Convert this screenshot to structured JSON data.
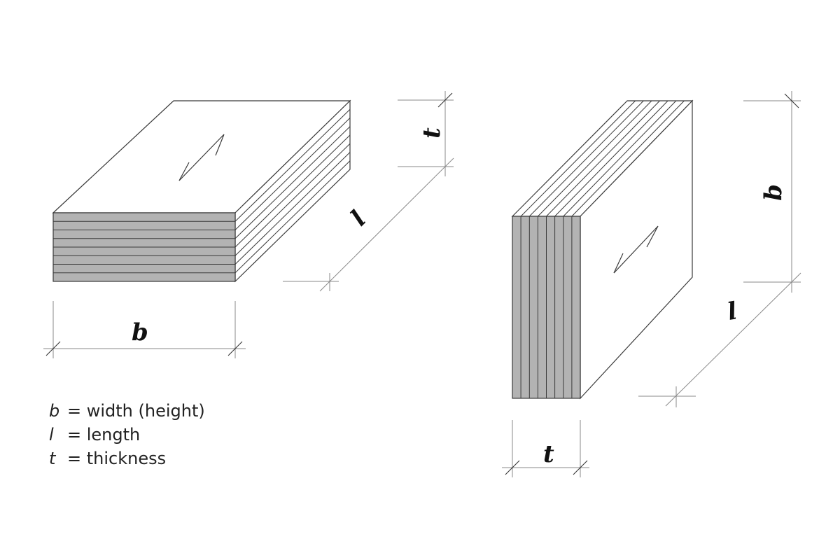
{
  "diagram": {
    "left_block": {
      "orientation": "flatwise",
      "layers": 8,
      "labels": {
        "width": "b",
        "length": "l",
        "thickness": "t"
      }
    },
    "right_block": {
      "orientation": "edgewise",
      "layers": 8,
      "labels": {
        "width": "b",
        "length": "l",
        "thickness": "t"
      }
    },
    "colors": {
      "face_fill": "#b3b3b3",
      "line": "#3a3a3a",
      "dimension_line": "#8a8a8a"
    }
  },
  "legend": [
    {
      "symbol": "b",
      "text": "= width (height)"
    },
    {
      "symbol": "l",
      "text": "= length"
    },
    {
      "symbol": "t",
      "text": "= thickness"
    }
  ]
}
